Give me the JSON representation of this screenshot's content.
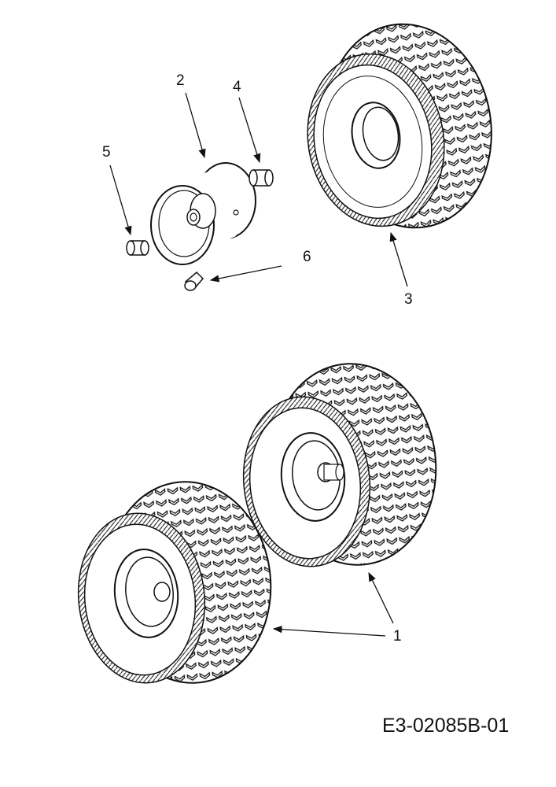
{
  "diagram": {
    "drawing_code": "E3-02085B-01",
    "callouts": [
      {
        "id": "1",
        "label": "1"
      },
      {
        "id": "2",
        "label": "2"
      },
      {
        "id": "3",
        "label": "3"
      },
      {
        "id": "4",
        "label": "4"
      },
      {
        "id": "5",
        "label": "5"
      },
      {
        "id": "6",
        "label": "6"
      }
    ]
  }
}
